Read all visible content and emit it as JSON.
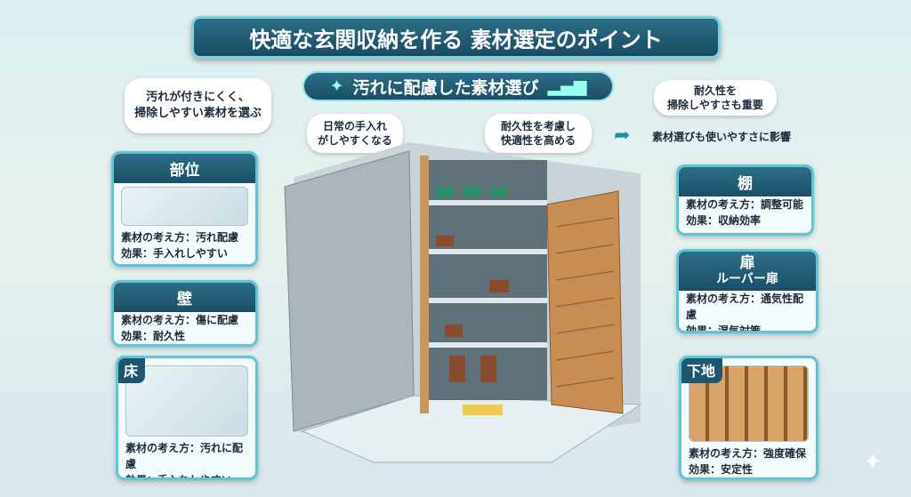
{
  "title": "快適な玄関収納を作る 素材選定のポイント",
  "subtitle": "汚れに配慮した素材選び",
  "bubbles": {
    "top_left": [
      "汚れが付きにくく、",
      "掃除しやすい素材を選ぶ"
    ],
    "daily": [
      "日常の手入れ",
      "がしやすくなる"
    ],
    "durability": [
      "耐久性を考慮し",
      "快適性を高める"
    ],
    "top_right": [
      "耐久性を",
      "掃除しやすさも重要"
    ],
    "note": "素材選びも使いやすさに影響"
  },
  "cards": {
    "part": {
      "title": "部位",
      "lines": [
        "素材の考え方：汚れ配慮",
        "効果：手入れしやすい"
      ]
    },
    "wall": {
      "title": "壁",
      "lines": [
        "素材の考え方：傷に配慮",
        "効果：耐久性"
      ]
    },
    "floor": {
      "title": "床",
      "lines": [
        "素材の考え方：汚れに配慮",
        "効果：手入れしやすい"
      ]
    },
    "shelf": {
      "title": "棚",
      "lines": [
        "素材の考え方：調整可能",
        "効果：収納効率"
      ]
    },
    "door": {
      "title": "扉",
      "subtitle": "ルーバー扉",
      "lines": [
        "素材の考え方：通気性配慮",
        "効果：湿気対策"
      ]
    },
    "base": {
      "title": "下地",
      "lines": [
        "素材の考え方：強度確保",
        "効果：安定性"
      ]
    }
  },
  "colors": {
    "accent": "#1d5670",
    "border": "#5bc7d6"
  }
}
